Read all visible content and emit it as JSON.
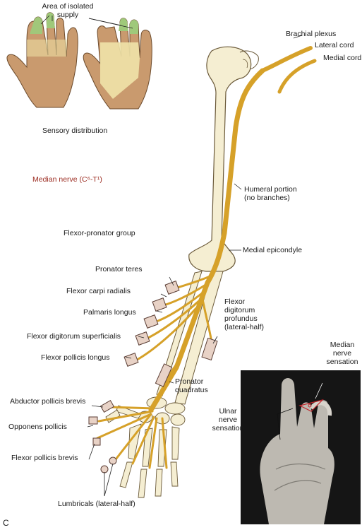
{
  "figure_letter": "C",
  "hands": {
    "area_label_line1": "Area of isolated",
    "area_label_line2": "supply",
    "caption": "Sensory distribution"
  },
  "nerve_title": "Median nerve (C⁶-T¹)",
  "plexus": {
    "brachial": "Brachial plexus",
    "lateral": "Lateral cord",
    "medial": "Medial cord"
  },
  "humeral": {
    "line1": "Humeral portion",
    "line2": "(no branches)"
  },
  "flexor_group": "Flexor-pronator group",
  "medial_epicondyle": "Medial epicondyle",
  "muscles": {
    "pronator_teres": "Pronator teres",
    "fcr": "Flexor carpi radialis",
    "palmaris": "Palmaris longus",
    "fds": "Flexor digitorum superficialis",
    "fpl": "Flexor pollicis longus",
    "apb": "Abductor pollicis brevis",
    "opponens": "Opponens pollicis",
    "fpb": "Flexor pollicis brevis",
    "lumbricals": "Lumbricals (lateral-half)",
    "fdp_1": "Flexor",
    "fdp_2": "digitorum",
    "fdp_3": "profundus",
    "fdp_4": "(lateral-half)",
    "pq_1": "Pronator",
    "pq_2": "quadratus"
  },
  "photo": {
    "median_1": "Median",
    "median_2": "nerve",
    "median_3": "sensation",
    "ulnar_1": "Ulnar",
    "ulnar_2": "nerve",
    "ulnar_3": "sensation"
  },
  "colors": {
    "nerve": "#d6a129",
    "bone": "#f5eed2",
    "skin": "#c99a6e",
    "isolated_supply": "#9fc97a",
    "sensory_zone": "#efe3a8",
    "label_red": "#9b2a1f"
  }
}
